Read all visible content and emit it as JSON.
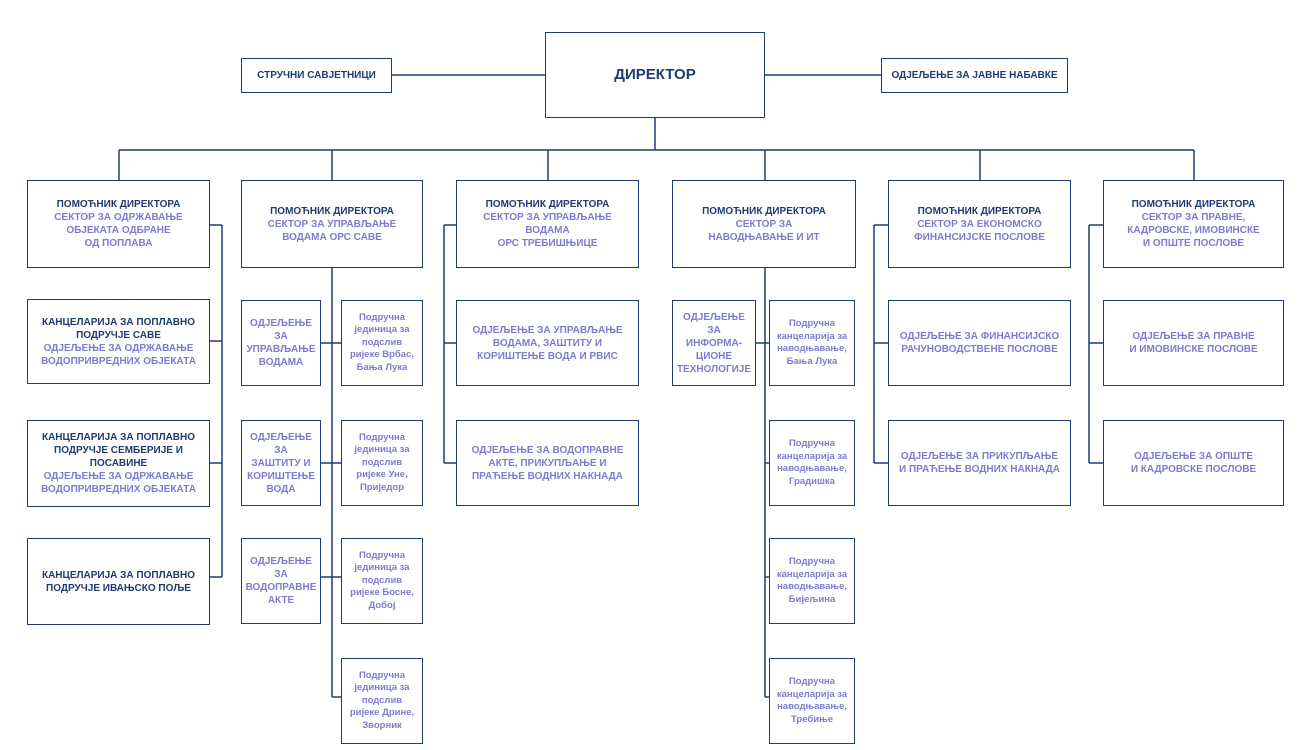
{
  "director": "ДИРЕКТОР",
  "advisors": "СТРУЧНИ САВЈЕТНИЦИ",
  "procurement": "ОДЈЕЉЕЊЕ ЗА ЈАВНЕ НАБАВКЕ",
  "sectors": [
    {
      "title": "ПОМОЋНИК ДИРЕКТОРА",
      "subtitle": "СЕКТОР ЗА ОДРЖАВАЊЕ\nОБЈЕКАТА ОДБРАНЕ\nОД ПОПЛАВА",
      "units": [
        {
          "title": "КАНЦЕЛАРИЈА ЗА ПОПЛАВНО\nПОДРУЧЈЕ САВЕ",
          "subtitle": "ОДЈЕЉЕЊЕ ЗА ОДРЖАВАЊЕ\nВОДОПРИВРЕДНИХ ОБЈЕКАТА"
        },
        {
          "title": "КАНЦЕЛАРИЈА ЗА ПОПЛАВНО\nПОДРУЧЈЕ СЕМБЕРИЈЕ И\nПОСАВИНЕ",
          "subtitle": "ОДЈЕЉЕЊЕ ЗА ОДРЖАВАЊЕ\nВОДОПРИВРЕДНИХ ОБЈЕКАТА"
        },
        {
          "title": "КАНЦЕЛАРИЈА ЗА ПОПЛАВНО\nПОДРУЧЈЕ ИВАЊСКО ПОЉЕ",
          "subtitle": ""
        }
      ]
    },
    {
      "title": "ПОМОЋНИК ДИРЕКТОРА",
      "subtitle": "СЕКТОР ЗА УПРАВЉАЊЕ\nВОДАМА ОРС САВЕ",
      "departments": [
        "ОДЈЕЉЕЊЕ ЗА\nУПРАВЉАЊЕ\nВОДАМА",
        "ОДЈЕЉЕЊЕ ЗА\nЗАШТИТУ И\nКОРИШТЕЊЕ\nВОДА",
        "ОДЈЕЉЕЊЕ ЗА\nВОДОПРАВНЕ\nАКТЕ"
      ],
      "offices": [
        "Подручна\nјединица за\nподслив\nријеке Врбас,\nБања Лука",
        "Подручна\nјединица за\nподслив\nријеке Уне,\nПриједор",
        "Подручна\nјединица за\nподслив\nријеке Босне,\nДобој",
        "Подручна\nјединица за\nподслив\nријеке Дрине,\nЗворник"
      ]
    },
    {
      "title": "ПОМОЋНИК ДИРЕКТОРА",
      "subtitle": "СЕКТОР ЗА УПРАВЉАЊЕ\nВОДАМА\nОРС ТРЕБИШЊИЦЕ",
      "departments": [
        "ОДЈЕЉЕЊЕ ЗА УПРАВЉАЊЕ\nВОДАМА, ЗАШТИТУ И\nКОРИШТЕЊЕ ВОДА И РВИС",
        "ОДЈЕЉЕЊЕ ЗА ВОДОПРАВНЕ\nАКТЕ, ПРИКУПЉАЊЕ И\nПРАЋЕЊЕ ВОДНИХ НАКНАДА"
      ]
    },
    {
      "title": "ПОМОЋНИК ДИРЕКТОРА",
      "subtitle": "СЕКТОР ЗА\nНАВОДЊАВАЊЕ И ИТ",
      "departments": [
        "ОДЈЕЉЕЊЕ ЗА\nИНФОРМА-\nЦИОНЕ\nТЕХНОЛОГИЈЕ"
      ],
      "offices": [
        "Подручна\nканцеларија за\nнаводњавање,\nБања Лука",
        "Подручна\nканцеларија за\nнаводњавање,\nГрадишка",
        "Подручна\nканцеларија за\nнаводњавање,\nБијељина",
        "Подручна\nканцеларија за\nнаводњавање,\nТребиње"
      ]
    },
    {
      "title": "ПОМОЋНИК ДИРЕКТОРА",
      "subtitle": "СЕКТОР ЗА ЕКОНОМСКО\nФИНАНСИЈСКЕ ПОСЛОВЕ",
      "departments": [
        "ОДЈЕЉЕЊЕ ЗА ФИНАНСИЈСКО\nРАЧУНОВОДСТВЕНЕ ПОСЛОВЕ",
        "ОДЈЕЉЕЊЕ ЗА ПРИКУПЉАЊЕ\nИ ПРАЋЕЊЕ ВОДНИХ НАКНАДА"
      ]
    },
    {
      "title": "ПОМОЋНИК ДИРЕКТОРА",
      "subtitle": "СЕКТОР ЗА ПРАВНЕ,\nКАДРОВСКЕ, ИМОВИНСКЕ\nИ ОПШТЕ ПОСЛОВЕ",
      "departments": [
        "ОДЈЕЉЕЊЕ ЗА ПРАВНЕ\nИ ИМОВИНСКЕ ПОСЛОВЕ",
        "ОДЈЕЉЕЊЕ ЗА ОПШТЕ\nИ КАДРОВСКЕ ПОСЛОВЕ"
      ]
    }
  ]
}
